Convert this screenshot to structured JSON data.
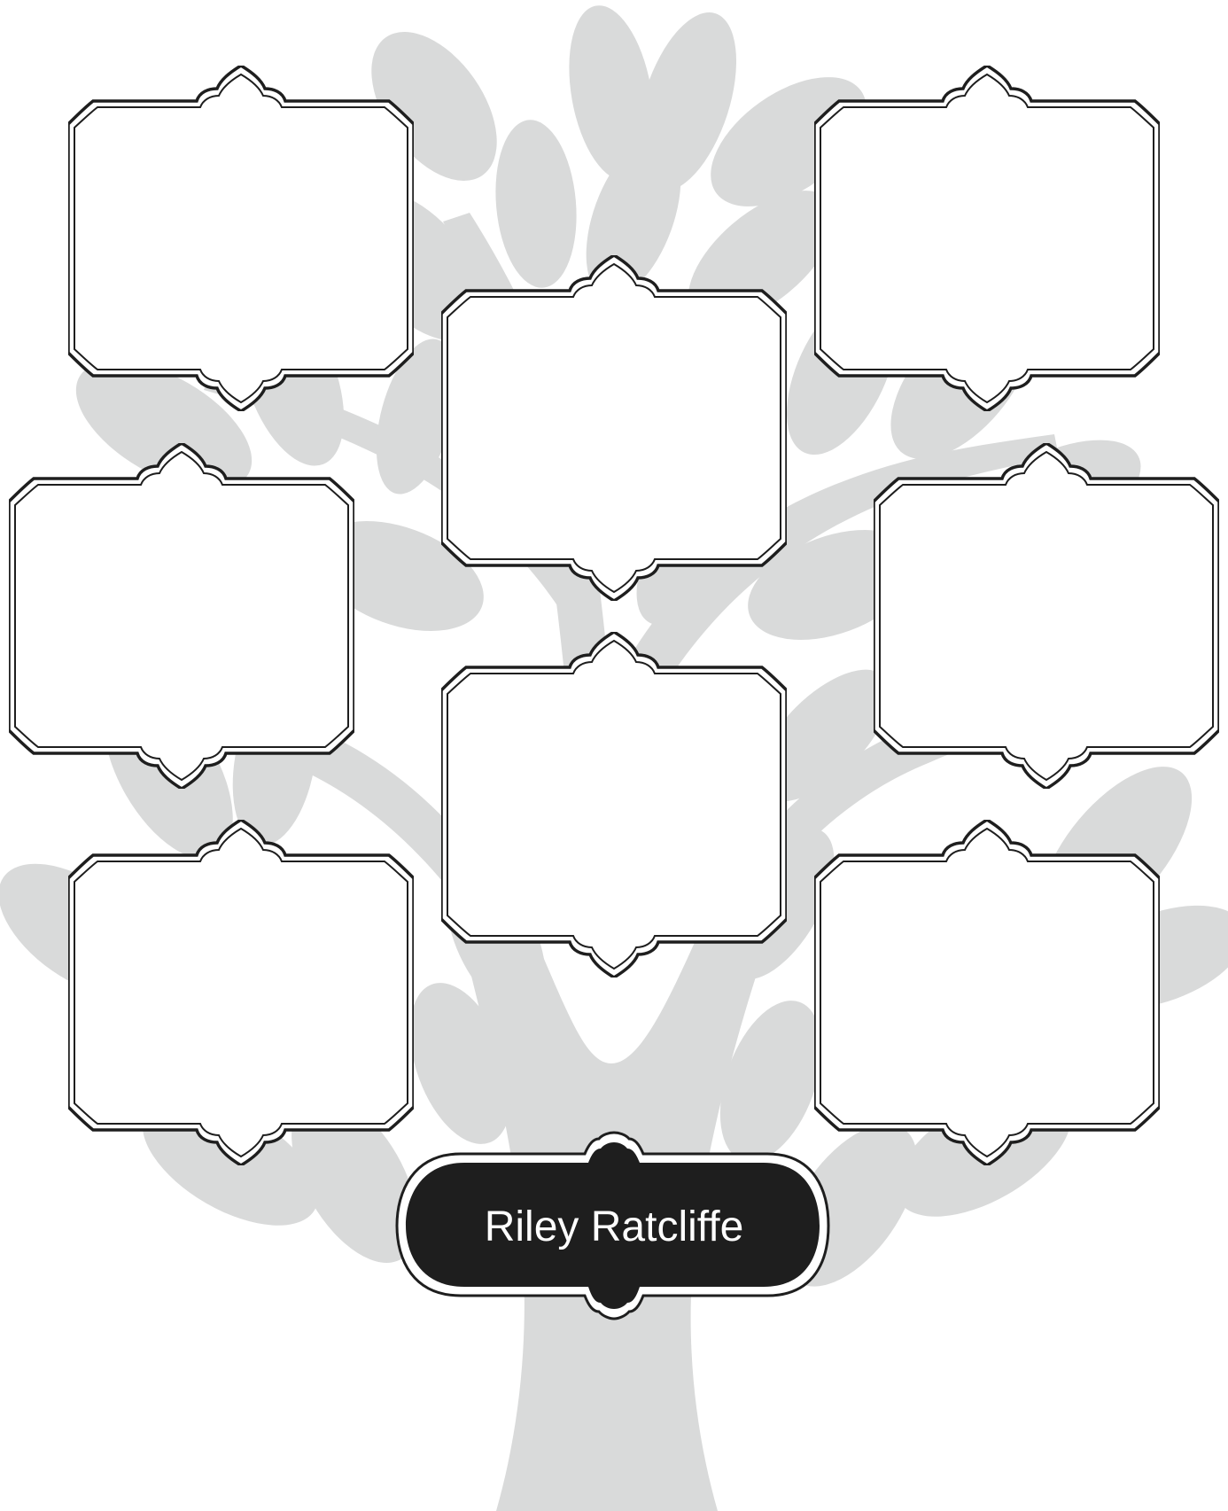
{
  "theme": {
    "tree_color": "#d9dada",
    "frame_stroke": "#1e1e1e",
    "plaque_fill": "#1e1e1e",
    "background": "#ffffff"
  },
  "tree": {
    "icon": "tree-silhouette-icon"
  },
  "frames": [
    {
      "id": "ancestor-top-left",
      "label": ""
    },
    {
      "id": "ancestor-top-right",
      "label": ""
    },
    {
      "id": "parent-center-top",
      "label": ""
    },
    {
      "id": "ancestor-middle-left",
      "label": ""
    },
    {
      "id": "ancestor-middle-right",
      "label": ""
    },
    {
      "id": "parent-center-bottom",
      "label": ""
    },
    {
      "id": "ancestor-bottom-left",
      "label": ""
    },
    {
      "id": "ancestor-bottom-right",
      "label": ""
    }
  ],
  "name_plaque": {
    "name": "Riley Ratcliffe"
  }
}
